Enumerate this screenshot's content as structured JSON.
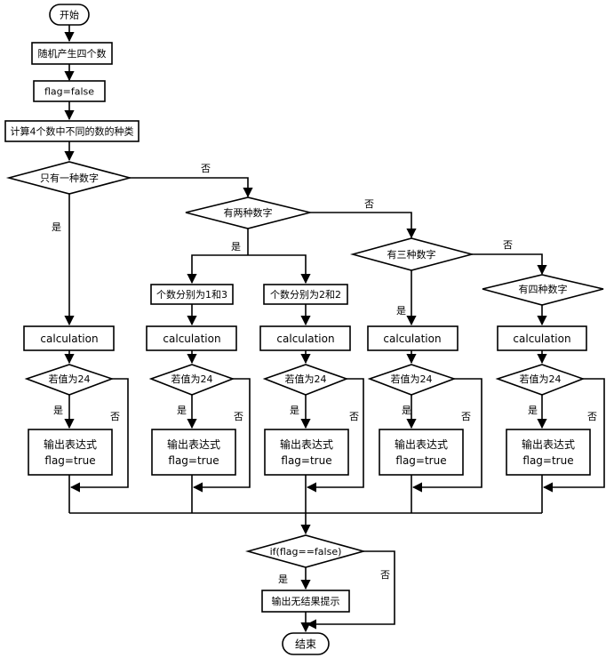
{
  "flowchart": {
    "start": "开始",
    "generate": "随机产生四个数",
    "init_flag": "flag=false",
    "count_kinds": "计算4个数中不同的数的种类",
    "one_kind": "只有一种数字",
    "two_kinds": "有两种数字",
    "three_kinds": "有三种数字",
    "four_kinds": "有四种数字",
    "split_1_3": "个数分别为1和3",
    "split_2_2": "个数分别为2和2",
    "calc": "calculation",
    "check_24": "若值为24",
    "output_line1": "输出表达式",
    "output_line2": "flag=true",
    "if_flag_false": "if(flag==false)",
    "no_result": "输出无结果提示",
    "end": "结束",
    "yes": "是",
    "no": "否"
  }
}
